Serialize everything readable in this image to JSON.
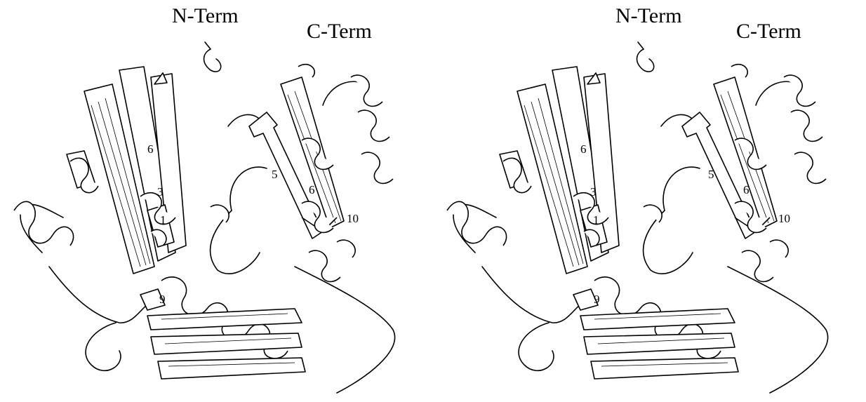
{
  "figure": {
    "views": [
      {
        "n_term_label": "N-Term",
        "c_term_label": "C-Term",
        "strand_labels": [
          "6",
          "3",
          "1",
          "5",
          "6",
          "10",
          "9"
        ]
      },
      {
        "n_term_label": "N-Term",
        "c_term_label": "C-Term",
        "strand_labels": [
          "6",
          "3",
          "1",
          "5",
          "6",
          "10",
          "9"
        ]
      }
    ]
  }
}
